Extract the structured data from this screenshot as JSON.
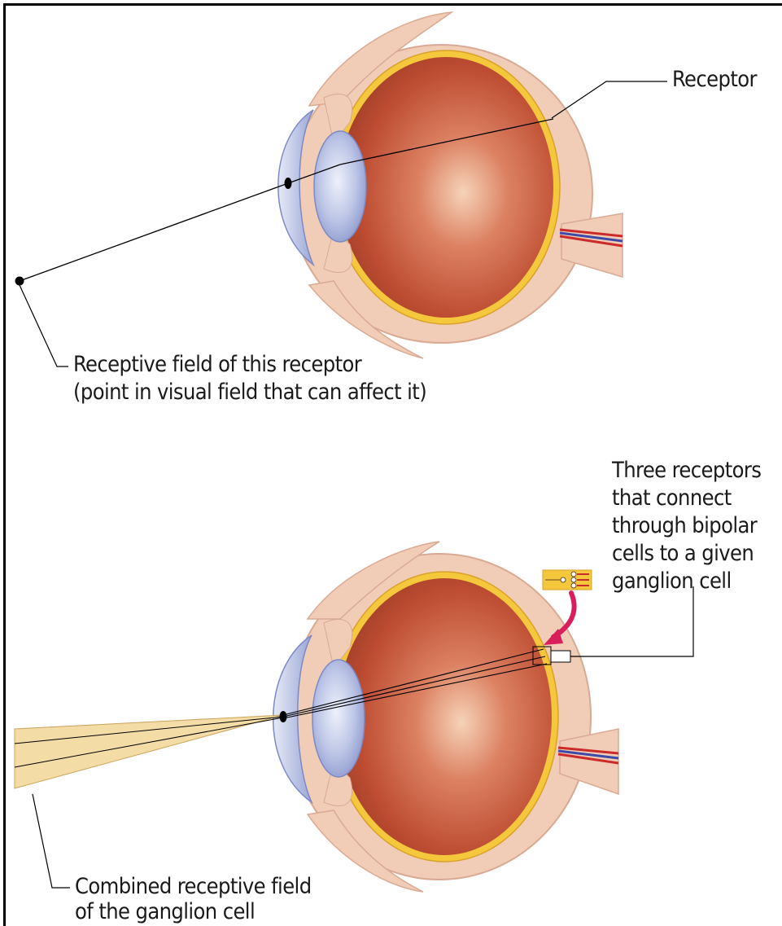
{
  "labels": {
    "receptor": "Receptor",
    "receptive_field_line1": "Receptive field of this receptor",
    "receptive_field_line2": "(point in visual field that can affect it)",
    "three_receptors": [
      "Three receptors",
      "that connect",
      "through bipolar",
      "cells to a given",
      "ganglion cell"
    ],
    "combined_line1": "Combined receptive field",
    "combined_line2": "of the ganglion cell"
  },
  "colors": {
    "eyeball_core": "#f2c2a0",
    "eyeball_mid": "#c9563a",
    "eyeball_edge": "#a8432b",
    "sclera": "#f1cdb8",
    "retina": "#f4c73c",
    "lens": "#b9c4e6",
    "cornea": "#c3cce6",
    "beam": "#f3dca6",
    "arrow": "#d81e5b",
    "nerve_red": "#cc2b2b",
    "nerve_blue": "#3d4aa8"
  }
}
